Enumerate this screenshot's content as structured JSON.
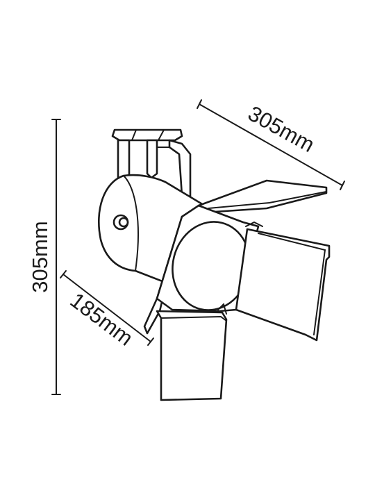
{
  "diagram": {
    "dimensions": {
      "width": "305mm",
      "height": "305mm",
      "depth": "185mm"
    },
    "colors": {
      "stroke": "#1a1a1a",
      "background": "#ffffff"
    }
  }
}
